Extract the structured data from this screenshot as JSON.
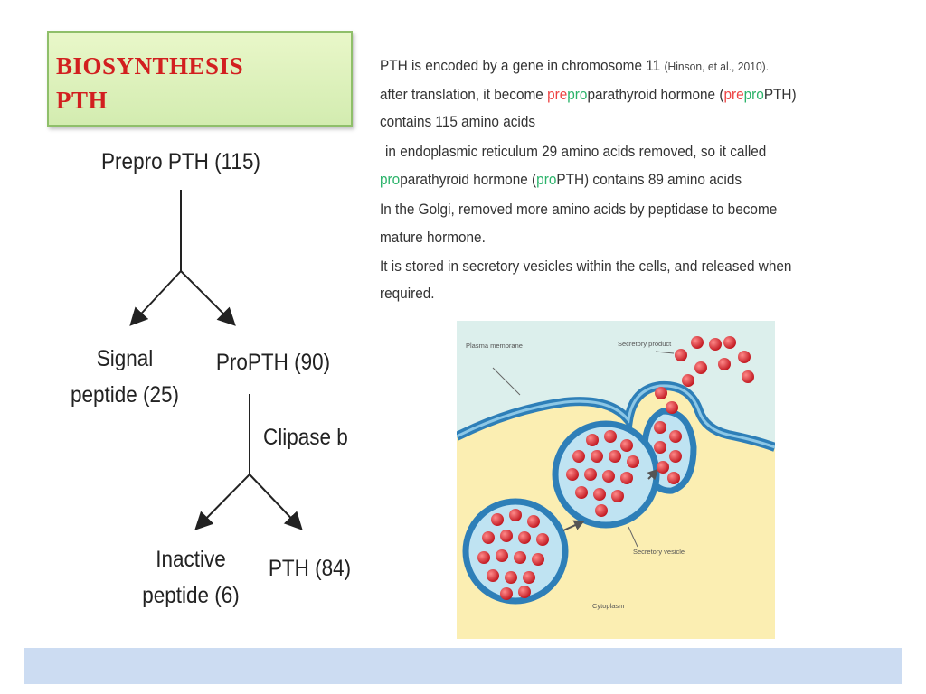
{
  "slide": {
    "title_line1": "BIOSYNTHESIS",
    "title_line2": "PTH"
  },
  "tree": {
    "root": "Prepro PTH (115)",
    "signal_line1": "Signal",
    "signal_line2": "peptide (25)",
    "propth": "ProPTH (90)",
    "enzyme": "Clipase b",
    "inactive_line1": "Inactive",
    "inactive_line2": "peptide (6)",
    "pth": "PTH (84)"
  },
  "text": {
    "l1_main": "PTH is encoded by a gene in chromosome 11 ",
    "l1_cite": "(Hinson, et al., 2010).",
    "l2_a": "after translation, it become ",
    "l2_pre": "pre",
    "l2_pro": "pro",
    "l2_b": "parathyroid hormone (",
    "l2_pre2": "pre",
    "l2_pro2": "pro",
    "l2_c": "PTH)",
    "l3": "contains 115 amino acids",
    "l4": "in endoplasmic reticulum 29 amino acids removed, so it called",
    "l5_pro": "pro",
    "l5_a": "parathyroid hormone (",
    "l5_pro2": "pro",
    "l5_b": "PTH) contains 89 amino acids",
    "l6": "In the Golgi, removed more amino acids by peptidase to become",
    "l7": "mature hormone.",
    "l8": "It is stored in secretory vesicles within the cells, and released when",
    "l9": "required."
  },
  "figure": {
    "label_plasma": "Plasma membrane",
    "label_product": "Secretory product",
    "label_vesicle": "Secretory vesicle",
    "label_cytoplasm": "Cytoplasm"
  }
}
